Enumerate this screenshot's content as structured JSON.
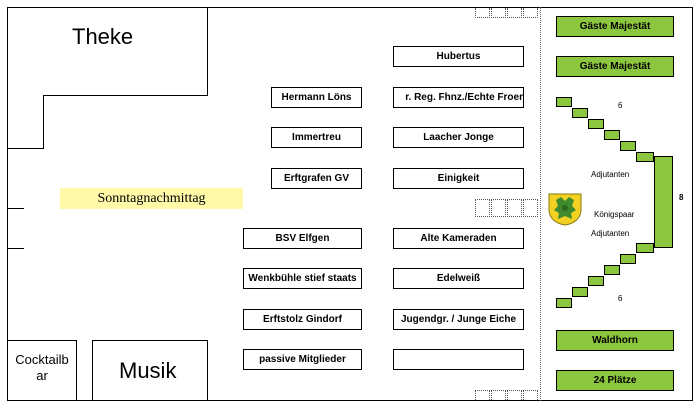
{
  "areas": {
    "theke": "Theke",
    "musik": "Musik",
    "cocktailbar": "Cocktailb\nar",
    "stage": "Sonntagnachmittag"
  },
  "tables_left": [
    "Hermann Löns",
    "Immertreu",
    "Erftgrafen GV",
    "BSV Elfgen",
    "Wenkbühle stief staats",
    "Erftstolz Gindorf",
    "passive Mitglieder"
  ],
  "tables_right": [
    "Hubertus",
    "r. Reg. Fhnz./Echte Froer",
    "Laacher Jonge",
    "Einigkeit",
    "Alte Kameraden",
    "Edelweiß",
    "Jugendgr. / Junge Eiche",
    ""
  ],
  "side": {
    "top1": "Gäste Majestät",
    "top2": "Gäste Majestät",
    "bottom1": "Waldhorn",
    "bottom2": "24 Plätze",
    "adjutant_top": "Adjutanten",
    "koenigspaar": "Königspaar",
    "adjutant_bottom": "Adjutanten",
    "count_top": "6",
    "count_bottom": "6",
    "count_side": "8"
  },
  "colors": {
    "green": "#8cc63f",
    "stage_yellow": "#fff9a8"
  }
}
